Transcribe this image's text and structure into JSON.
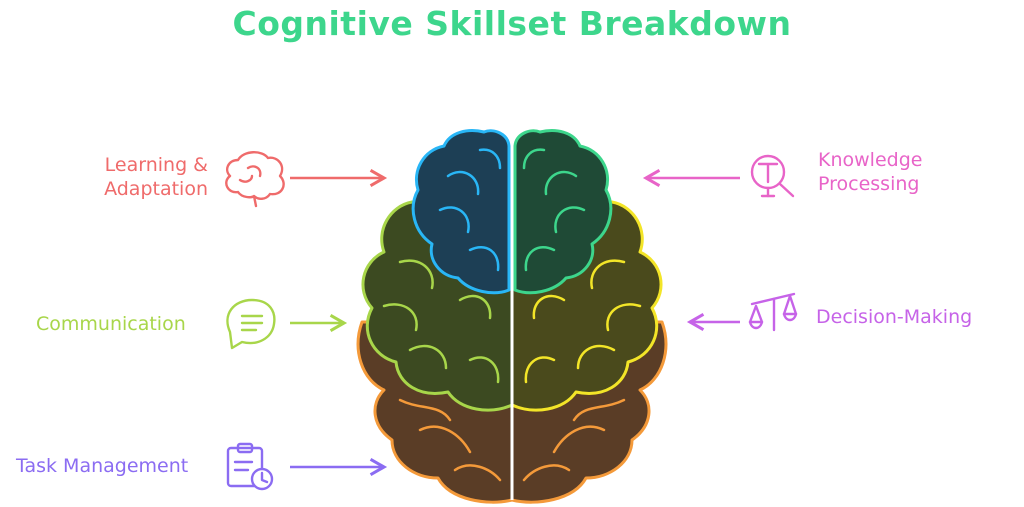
{
  "title": "Cognitive Skillset Breakdown",
  "colors": {
    "title": "#3dd68c",
    "learning": "#ef6b6b",
    "communication": "#a8d64a",
    "task": "#8b6cf2",
    "knowledge": "#e864c8",
    "decision": "#c663e8",
    "brain_outline_blue": "#29b6f6",
    "brain_outline_teal": "#3dd68c",
    "brain_outline_yellow": "#f3e528",
    "brain_outline_green": "#a8d64a",
    "brain_outline_orange": "#f49a3a"
  },
  "skills": {
    "learning": {
      "line1": "Learning &",
      "line2": "Adaptation",
      "icon": "brain-icon"
    },
    "communication": {
      "label": "Communication",
      "icon": "speech-bubble-icon"
    },
    "task": {
      "label": "Task Management",
      "icon": "clipboard-clock-icon"
    },
    "knowledge": {
      "line1": "Knowledge",
      "line2": "Processing",
      "icon": "magnifier-text-icon"
    },
    "decision": {
      "label": "Decision-Making",
      "icon": "balance-scale-icon"
    }
  }
}
